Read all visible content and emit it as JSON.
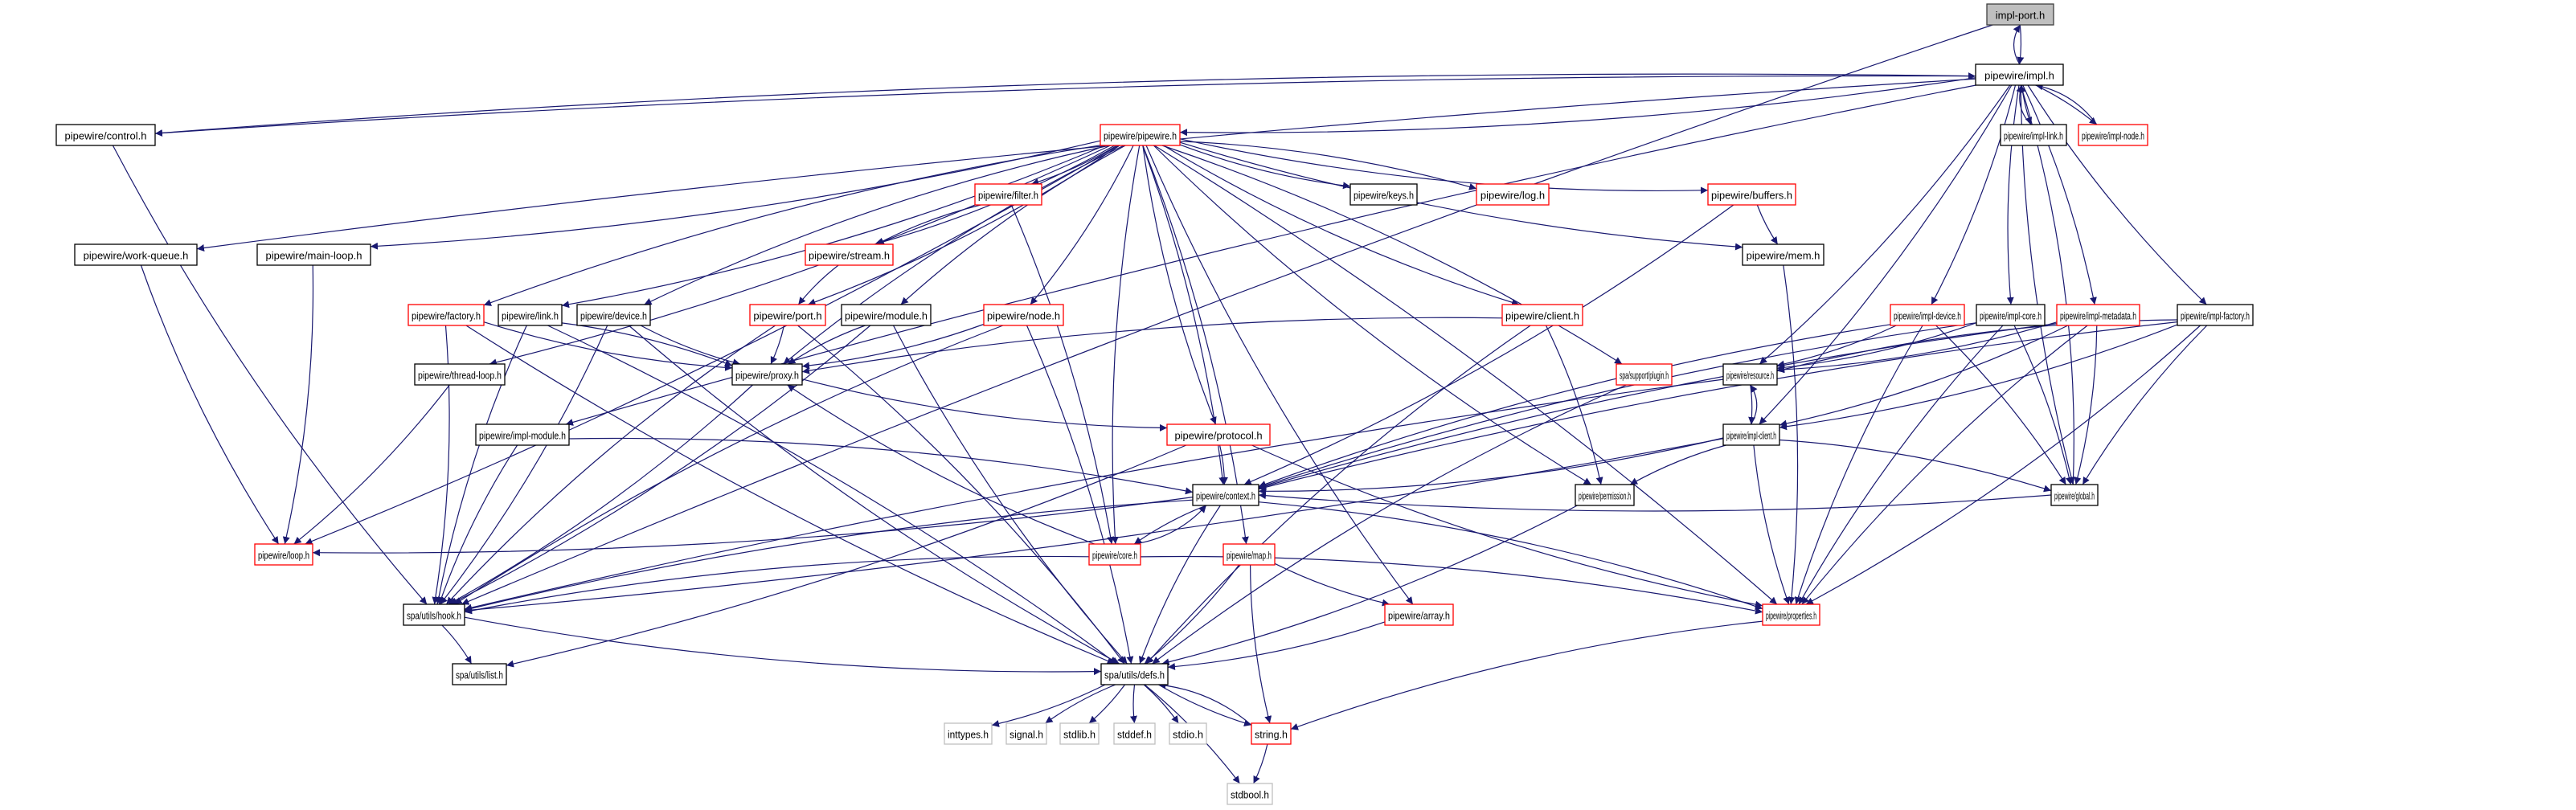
{
  "title": "impl-port.h include dependency graph",
  "colors": {
    "edge": "#191970",
    "root_fill": "#bfbfbf",
    "root_border": "#404040",
    "normal_border": "#000000",
    "truncated_border": "#ff0000",
    "system_border": "#bfbfbf",
    "system_text": "#404040"
  },
  "nodes": [
    {
      "id": "impl-port",
      "label": "impl-port.h",
      "kind": "root"
    },
    {
      "id": "impl",
      "label": "pipewire/impl.h",
      "kind": "normal"
    },
    {
      "id": "control",
      "label": "pipewire/control.h",
      "kind": "normal"
    },
    {
      "id": "pipewire",
      "label": "pipewire/pipewire.h",
      "kind": "truncated"
    },
    {
      "id": "impl-link",
      "label": "pipewire/impl-link.h",
      "kind": "normal"
    },
    {
      "id": "impl-node",
      "label": "pipewire/impl-node.h",
      "kind": "truncated"
    },
    {
      "id": "work-queue",
      "label": "pipewire/work-queue.h",
      "kind": "normal"
    },
    {
      "id": "main-loop",
      "label": "pipewire/main-loop.h",
      "kind": "normal"
    },
    {
      "id": "filter",
      "label": "pipewire/filter.h",
      "kind": "truncated"
    },
    {
      "id": "keys",
      "label": "pipewire/keys.h",
      "kind": "normal"
    },
    {
      "id": "log",
      "label": "pipewire/log.h",
      "kind": "truncated"
    },
    {
      "id": "buffers",
      "label": "pipewire/buffers.h",
      "kind": "truncated"
    },
    {
      "id": "stream",
      "label": "pipewire/stream.h",
      "kind": "truncated"
    },
    {
      "id": "mem",
      "label": "pipewire/mem.h",
      "kind": "normal"
    },
    {
      "id": "factory",
      "label": "pipewire/factory.h",
      "kind": "truncated"
    },
    {
      "id": "link",
      "label": "pipewire/link.h",
      "kind": "normal"
    },
    {
      "id": "device",
      "label": "pipewire/device.h",
      "kind": "normal"
    },
    {
      "id": "port",
      "label": "pipewire/port.h",
      "kind": "truncated"
    },
    {
      "id": "module",
      "label": "pipewire/module.h",
      "kind": "normal"
    },
    {
      "id": "node",
      "label": "pipewire/node.h",
      "kind": "truncated"
    },
    {
      "id": "client",
      "label": "pipewire/client.h",
      "kind": "truncated"
    },
    {
      "id": "impl-device",
      "label": "pipewire/impl-device.h",
      "kind": "truncated"
    },
    {
      "id": "impl-core",
      "label": "pipewire/impl-core.h",
      "kind": "normal"
    },
    {
      "id": "impl-metadata",
      "label": "pipewire/impl-metadata.h",
      "kind": "truncated"
    },
    {
      "id": "impl-factory",
      "label": "pipewire/impl-factory.h",
      "kind": "normal"
    },
    {
      "id": "thread-loop",
      "label": "pipewire/thread-loop.h",
      "kind": "normal"
    },
    {
      "id": "proxy",
      "label": "pipewire/proxy.h",
      "kind": "normal"
    },
    {
      "id": "plugin",
      "label": "spa/support/plugin.h",
      "kind": "truncated"
    },
    {
      "id": "resource",
      "label": "pipewire/resource.h",
      "kind": "normal"
    },
    {
      "id": "impl-module",
      "label": "pipewire/impl-module.h",
      "kind": "normal"
    },
    {
      "id": "protocol",
      "label": "pipewire/protocol.h",
      "kind": "truncated"
    },
    {
      "id": "impl-client",
      "label": "pipewire/impl-client.h",
      "kind": "normal"
    },
    {
      "id": "context",
      "label": "pipewire/context.h",
      "kind": "normal"
    },
    {
      "id": "permission",
      "label": "pipewire/permission.h",
      "kind": "normal"
    },
    {
      "id": "global",
      "label": "pipewire/global.h",
      "kind": "normal"
    },
    {
      "id": "loop",
      "label": "pipewire/loop.h",
      "kind": "truncated"
    },
    {
      "id": "core",
      "label": "pipewire/core.h",
      "kind": "truncated"
    },
    {
      "id": "map",
      "label": "pipewire/map.h",
      "kind": "truncated"
    },
    {
      "id": "hook",
      "label": "spa/utils/hook.h",
      "kind": "normal"
    },
    {
      "id": "array",
      "label": "pipewire/array.h",
      "kind": "truncated"
    },
    {
      "id": "properties",
      "label": "pipewire/properties.h",
      "kind": "truncated"
    },
    {
      "id": "list",
      "label": "spa/utils/list.h",
      "kind": "normal"
    },
    {
      "id": "defs",
      "label": "spa/utils/defs.h",
      "kind": "normal"
    },
    {
      "id": "inttypes",
      "label": "inttypes.h",
      "kind": "system"
    },
    {
      "id": "signal",
      "label": "signal.h",
      "kind": "system"
    },
    {
      "id": "stdlib",
      "label": "stdlib.h",
      "kind": "system"
    },
    {
      "id": "stddef",
      "label": "stddef.h",
      "kind": "system"
    },
    {
      "id": "stdio",
      "label": "stdio.h",
      "kind": "system"
    },
    {
      "id": "string",
      "label": "string.h",
      "kind": "truncated"
    },
    {
      "id": "stdbool",
      "label": "stdbool.h",
      "kind": "system"
    }
  ],
  "edges": [
    [
      "impl-port",
      "impl"
    ],
    [
      "impl-port",
      "hook"
    ],
    [
      "impl",
      "impl-port"
    ],
    [
      "impl",
      "control"
    ],
    [
      "impl",
      "pipewire"
    ],
    [
      "impl",
      "impl-link"
    ],
    [
      "impl",
      "impl-node"
    ],
    [
      "impl",
      "work-queue"
    ],
    [
      "impl",
      "impl-device"
    ],
    [
      "impl",
      "impl-core"
    ],
    [
      "impl",
      "impl-metadata"
    ],
    [
      "impl",
      "impl-factory"
    ],
    [
      "impl",
      "resource"
    ],
    [
      "impl",
      "impl-module"
    ],
    [
      "impl",
      "impl-client"
    ],
    [
      "impl",
      "global"
    ],
    [
      "control",
      "impl"
    ],
    [
      "control",
      "hook"
    ],
    [
      "impl-link",
      "impl"
    ],
    [
      "impl-node",
      "impl"
    ],
    [
      "pipewire",
      "filter"
    ],
    [
      "pipewire",
      "keys"
    ],
    [
      "pipewire",
      "log"
    ],
    [
      "pipewire",
      "buffers"
    ],
    [
      "pipewire",
      "stream"
    ],
    [
      "pipewire",
      "mem"
    ],
    [
      "pipewire",
      "main-loop"
    ],
    [
      "pipewire",
      "factory"
    ],
    [
      "pipewire",
      "link"
    ],
    [
      "pipewire",
      "device"
    ],
    [
      "pipewire",
      "port"
    ],
    [
      "pipewire",
      "module"
    ],
    [
      "pipewire",
      "node"
    ],
    [
      "pipewire",
      "client"
    ],
    [
      "pipewire",
      "thread-loop"
    ],
    [
      "pipewire",
      "proxy"
    ],
    [
      "pipewire",
      "plugin"
    ],
    [
      "pipewire",
      "protocol"
    ],
    [
      "pipewire",
      "context"
    ],
    [
      "pipewire",
      "permission"
    ],
    [
      "pipewire",
      "loop"
    ],
    [
      "pipewire",
      "core"
    ],
    [
      "pipewire",
      "map"
    ],
    [
      "pipewire",
      "array"
    ],
    [
      "pipewire",
      "properties"
    ],
    [
      "work-queue",
      "loop"
    ],
    [
      "main-loop",
      "loop"
    ],
    [
      "filter",
      "stream"
    ],
    [
      "filter",
      "core"
    ],
    [
      "buffers",
      "mem"
    ],
    [
      "buffers",
      "context"
    ],
    [
      "stream",
      "port"
    ],
    [
      "mem",
      "properties"
    ],
    [
      "factory",
      "proxy"
    ],
    [
      "factory",
      "hook"
    ],
    [
      "factory",
      "defs"
    ],
    [
      "link",
      "proxy"
    ],
    [
      "link",
      "hook"
    ],
    [
      "link",
      "defs"
    ],
    [
      "device",
      "proxy"
    ],
    [
      "device",
      "hook"
    ],
    [
      "device",
      "defs"
    ],
    [
      "port",
      "proxy"
    ],
    [
      "port",
      "hook"
    ],
    [
      "port",
      "defs"
    ],
    [
      "module",
      "proxy"
    ],
    [
      "module",
      "hook"
    ],
    [
      "module",
      "defs"
    ],
    [
      "node",
      "proxy"
    ],
    [
      "node",
      "hook"
    ],
    [
      "node",
      "defs"
    ],
    [
      "client",
      "proxy"
    ],
    [
      "client",
      "permission"
    ],
    [
      "client",
      "defs"
    ],
    [
      "impl-device",
      "resource"
    ],
    [
      "impl-device",
      "context"
    ],
    [
      "impl-device",
      "global"
    ],
    [
      "impl-device",
      "properties"
    ],
    [
      "impl-core",
      "resource"
    ],
    [
      "impl-core",
      "context"
    ],
    [
      "impl-core",
      "global"
    ],
    [
      "impl-core",
      "properties"
    ],
    [
      "impl-metadata",
      "resource"
    ],
    [
      "impl-metadata",
      "context"
    ],
    [
      "impl-metadata",
      "global"
    ],
    [
      "impl-metadata",
      "properties"
    ],
    [
      "impl-metadata",
      "impl-client"
    ],
    [
      "impl-factory",
      "resource"
    ],
    [
      "impl-factory",
      "impl-client"
    ],
    [
      "impl-factory",
      "global"
    ],
    [
      "impl-factory",
      "properties"
    ],
    [
      "impl-factory",
      "context"
    ],
    [
      "thread-loop",
      "loop"
    ],
    [
      "proxy",
      "protocol"
    ],
    [
      "proxy",
      "hook"
    ],
    [
      "plugin",
      "defs"
    ],
    [
      "resource",
      "impl-client"
    ],
    [
      "resource",
      "hook"
    ],
    [
      "impl-module",
      "context"
    ],
    [
      "impl-module",
      "hook"
    ],
    [
      "protocol",
      "context"
    ],
    [
      "protocol",
      "properties"
    ],
    [
      "protocol",
      "list"
    ],
    [
      "impl-client",
      "resource"
    ],
    [
      "impl-client",
      "context"
    ],
    [
      "impl-client",
      "permission"
    ],
    [
      "impl-client",
      "global"
    ],
    [
      "impl-client",
      "properties"
    ],
    [
      "impl-client",
      "hook"
    ],
    [
      "context",
      "core"
    ],
    [
      "context",
      "loop"
    ],
    [
      "context",
      "hook"
    ],
    [
      "context",
      "properties"
    ],
    [
      "context",
      "defs"
    ],
    [
      "permission",
      "defs"
    ],
    [
      "global",
      "impl"
    ],
    [
      "global",
      "context"
    ],
    [
      "core",
      "context"
    ],
    [
      "core",
      "proxy"
    ],
    [
      "core",
      "hook"
    ],
    [
      "core",
      "properties"
    ],
    [
      "map",
      "array"
    ],
    [
      "map",
      "defs"
    ],
    [
      "map",
      "string"
    ],
    [
      "hook",
      "list"
    ],
    [
      "hook",
      "defs"
    ],
    [
      "array",
      "defs"
    ],
    [
      "properties",
      "string"
    ],
    [
      "defs",
      "inttypes"
    ],
    [
      "defs",
      "signal"
    ],
    [
      "defs",
      "stdlib"
    ],
    [
      "defs",
      "stddef"
    ],
    [
      "defs",
      "stdio"
    ],
    [
      "defs",
      "string"
    ],
    [
      "defs",
      "stdbool"
    ],
    [
      "string",
      "defs"
    ],
    [
      "string",
      "stdbool"
    ]
  ]
}
